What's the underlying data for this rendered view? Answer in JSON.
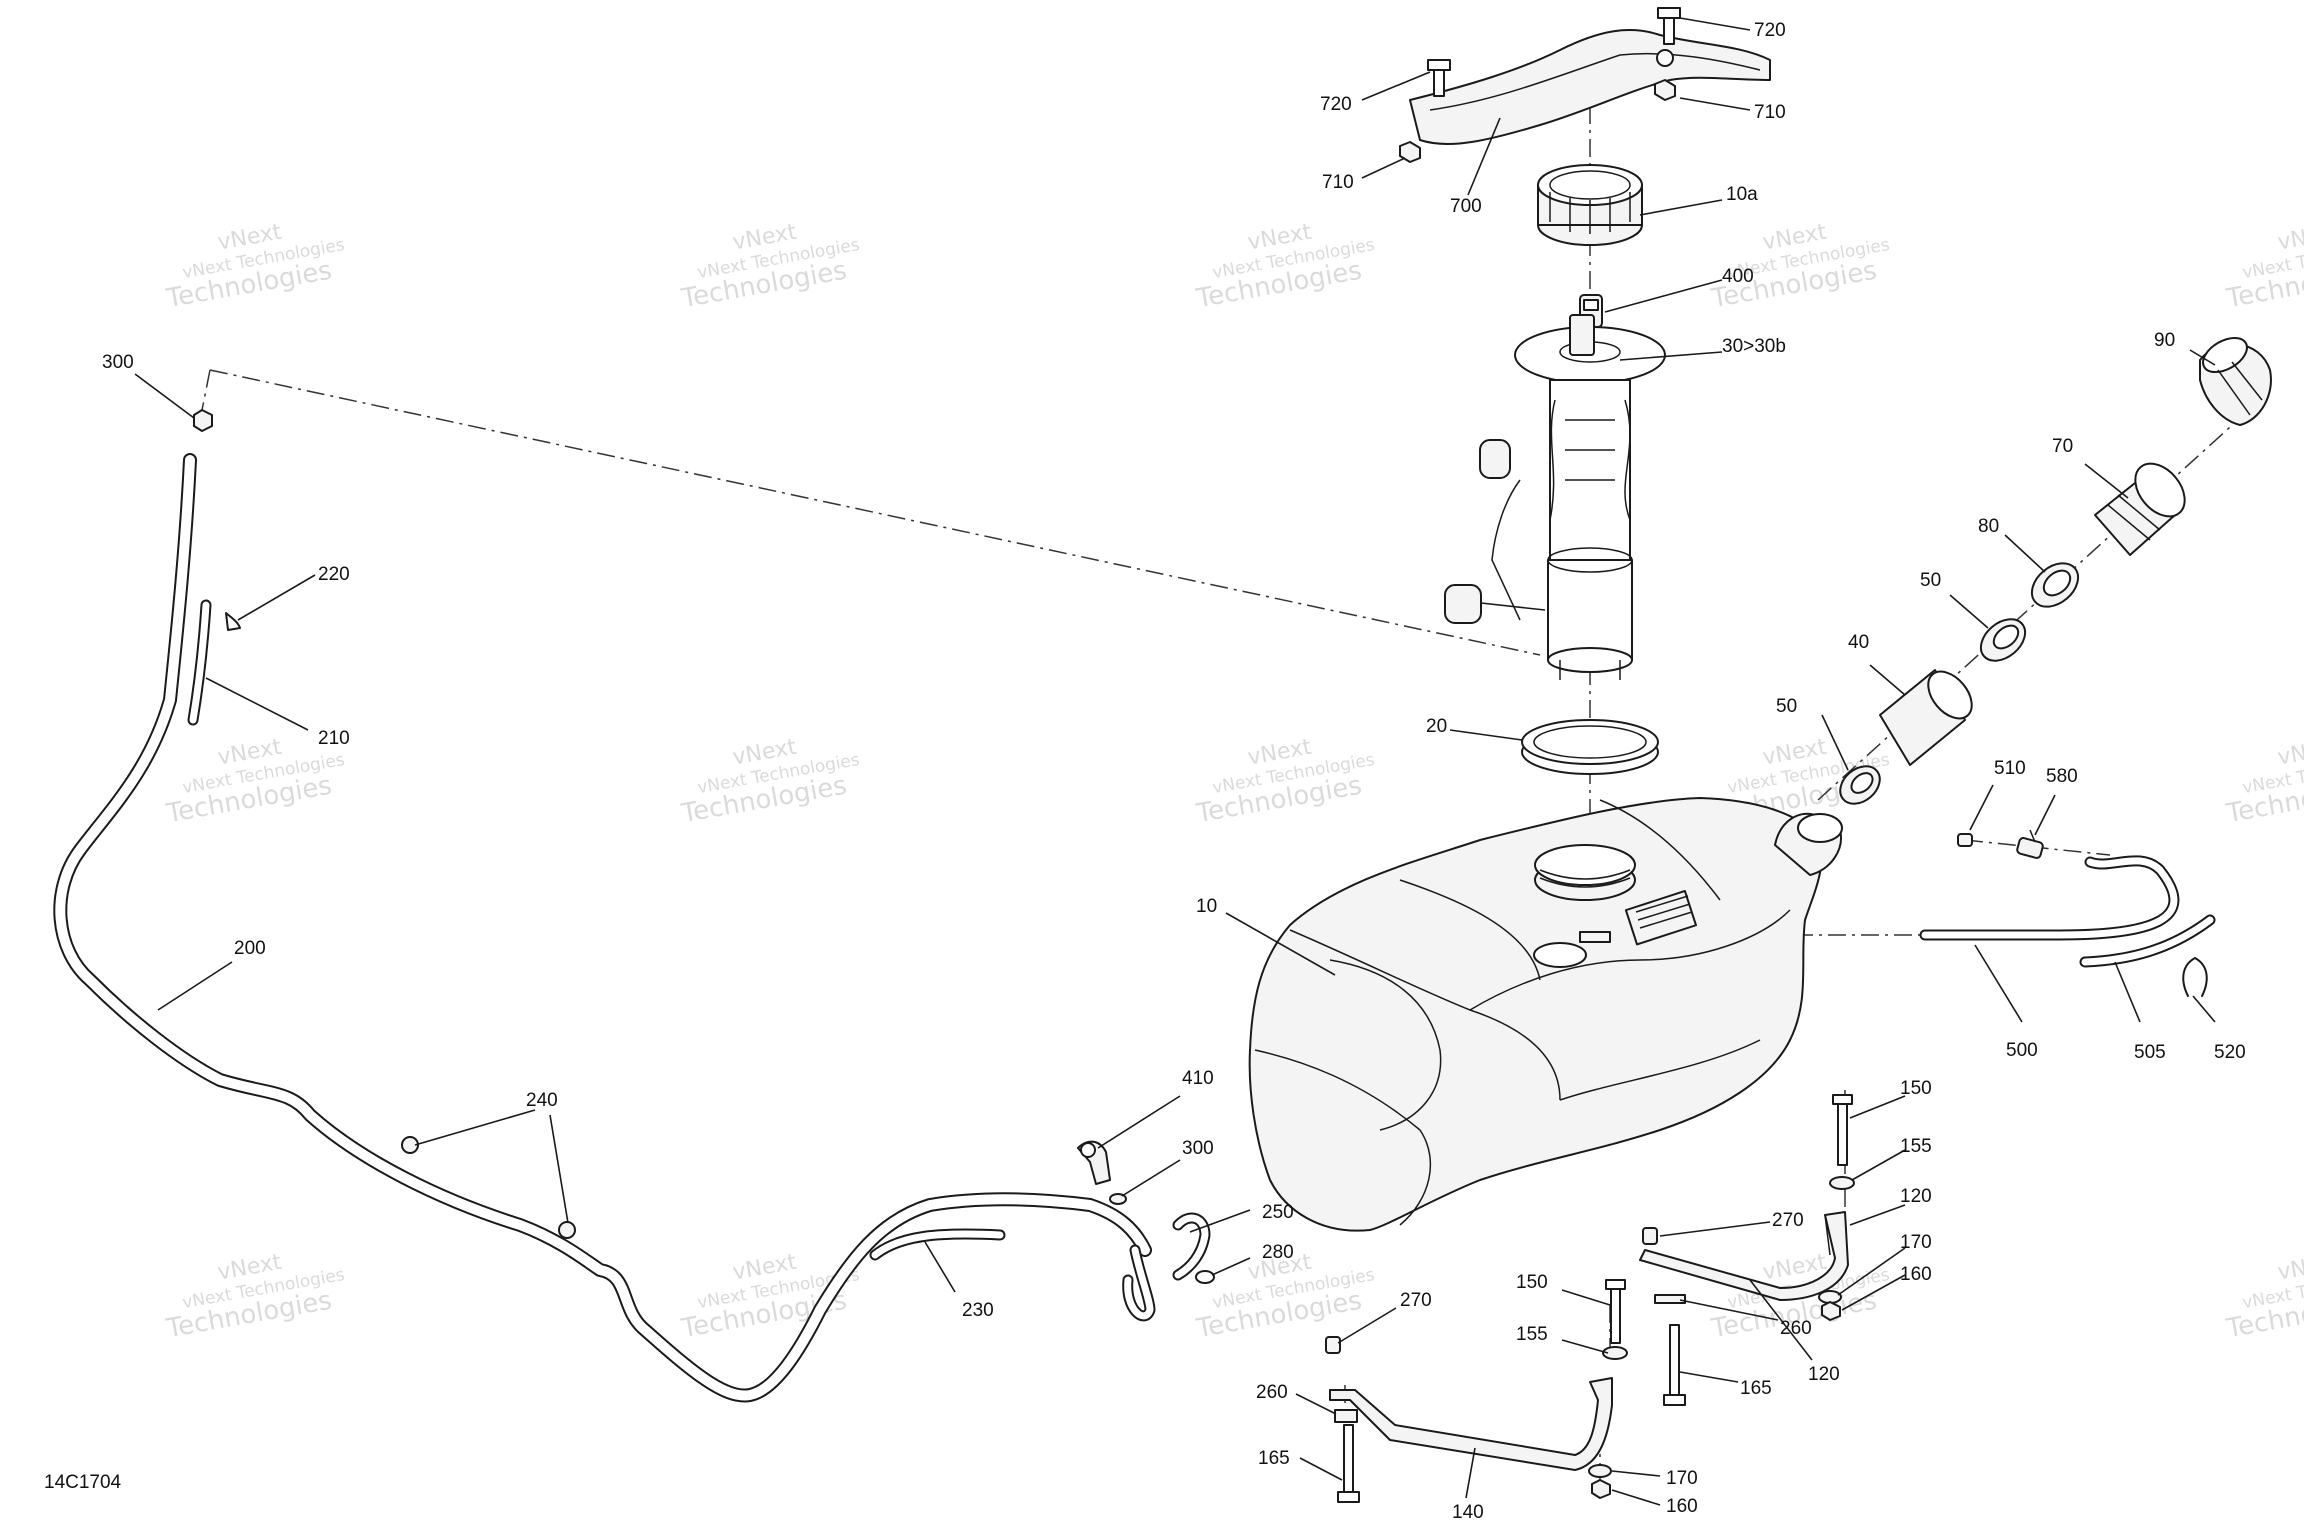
{
  "reference_code": "14C1704",
  "watermark": {
    "line1": "vNext",
    "line2": "vNext Technologies",
    "line3": "Technologies"
  },
  "callouts": [
    "720",
    "720",
    "710",
    "710",
    "700",
    "10a",
    "400",
    "30>30b",
    "90",
    "70",
    "80",
    "50",
    "40",
    "50",
    "20",
    "10",
    "510",
    "580",
    "500",
    "505",
    "520",
    "300",
    "220",
    "210",
    "200",
    "240",
    "410",
    "300",
    "250",
    "280",
    "230",
    "150",
    "155",
    "120",
    "170",
    "160",
    "270",
    "260",
    "120",
    "165",
    "150",
    "155",
    "270",
    "260",
    "165",
    "140",
    "170",
    "160"
  ]
}
